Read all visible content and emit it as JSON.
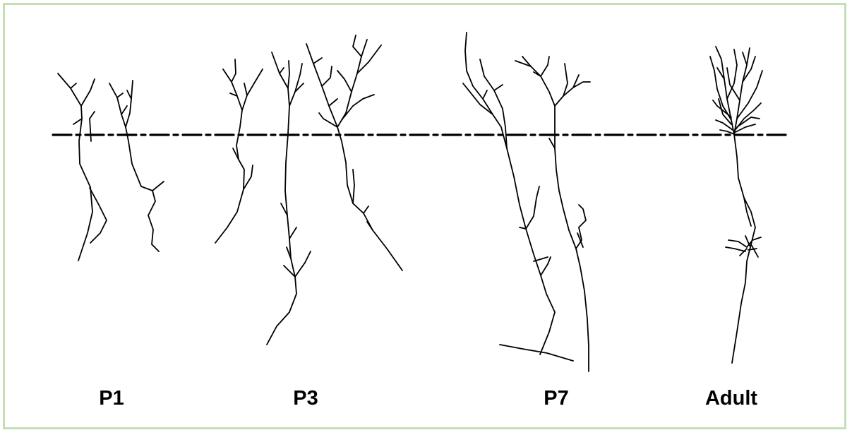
{
  "stages": [
    {
      "id": "p1",
      "label": "P1"
    },
    {
      "id": "p3",
      "label": "P3"
    },
    {
      "id": "p7",
      "label": "P7"
    },
    {
      "id": "adult",
      "label": "Adult"
    }
  ],
  "colors": {
    "border": "#c5dfb4",
    "ink": "#000000",
    "background": "#ffffff"
  }
}
